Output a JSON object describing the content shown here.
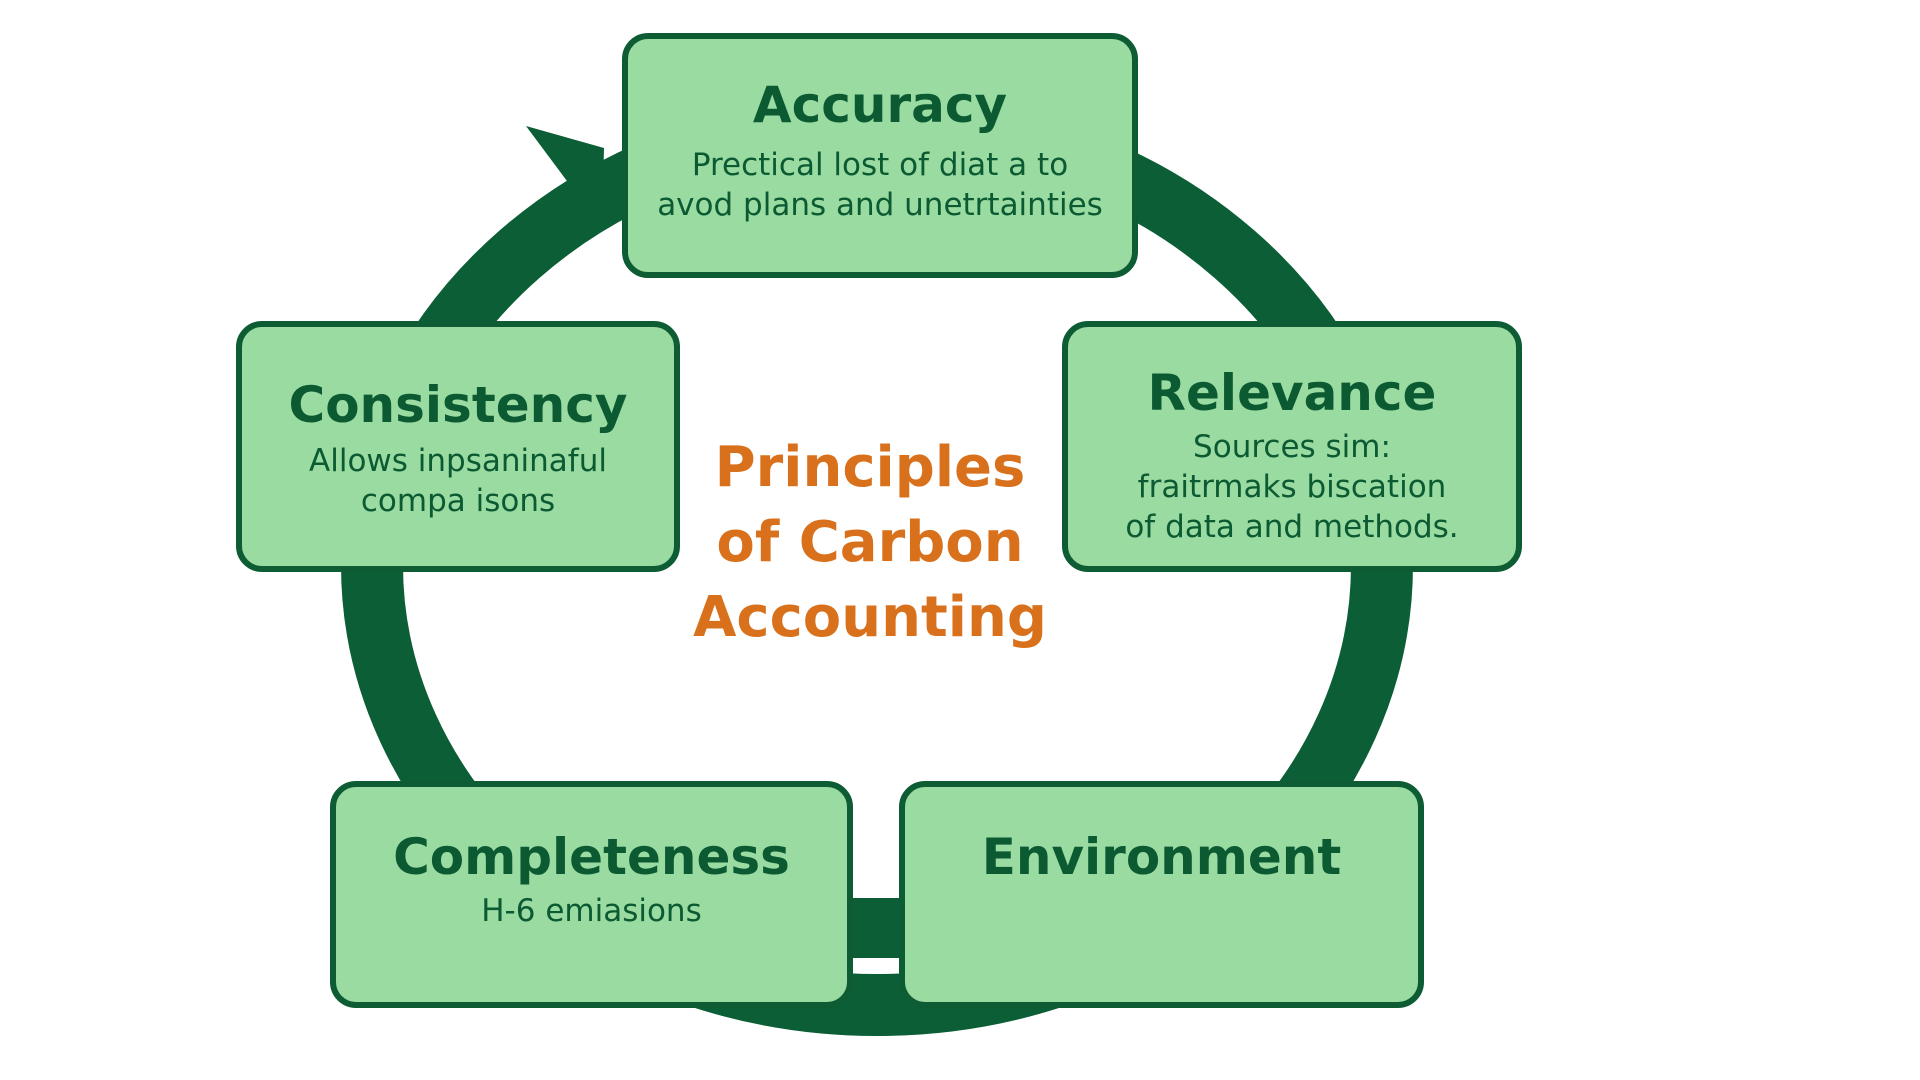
{
  "title_lines": [
    "Principles",
    "of Carbon",
    "Accounting"
  ],
  "colors": {
    "ring": "#0b5e35",
    "box_fill": "#9adba2",
    "box_border": "#0d5c34",
    "text": "#0b5a32",
    "title": "#d9711c"
  },
  "principles": [
    {
      "title": "Accuracy",
      "description": "Prectical lost of diat a to\navod plans and unetrtainties"
    },
    {
      "title": "Relevance",
      "description": "Sources sim:\nfraitrmaks biscation\nof data and methods."
    },
    {
      "title": "Environment",
      "description": ""
    },
    {
      "title": "Completeness",
      "description": "H-6 emiasions"
    },
    {
      "title": "Consistency",
      "description": "Allows inpsaninaful\ncompa isons"
    }
  ]
}
